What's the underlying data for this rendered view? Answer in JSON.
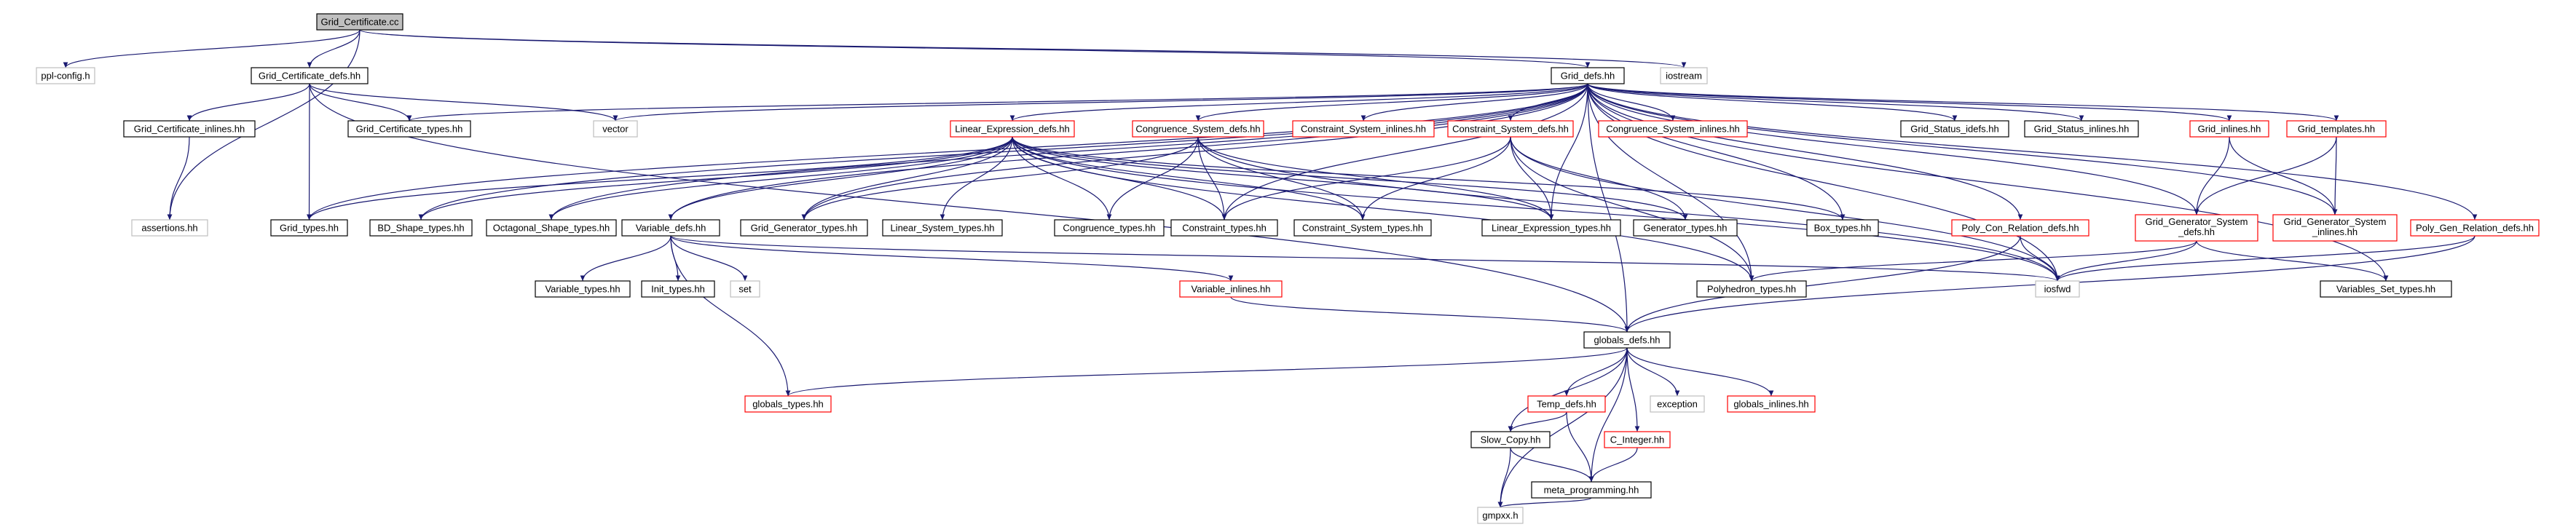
{
  "colors": {
    "edge": "#191970",
    "border_black": "#000000",
    "border_red": "#ff0000",
    "border_gray": "#bfbfbf",
    "root_fill": "#bfbfbf",
    "node_fill": "#ffffff"
  },
  "nodes": [
    {
      "id": "grid_certificate_cc",
      "label": "Grid_Certificate.cc",
      "style": "root"
    },
    {
      "id": "ppl_config_h",
      "label": "ppl-config.h",
      "style": "gray"
    },
    {
      "id": "grid_certificate_defs",
      "label": "Grid_Certificate_defs.hh",
      "style": "black"
    },
    {
      "id": "grid_defs",
      "label": "Grid_defs.hh",
      "style": "black"
    },
    {
      "id": "iostream",
      "label": "iostream",
      "style": "gray"
    },
    {
      "id": "grid_certificate_inlines",
      "label": "Grid_Certificate_inlines.hh",
      "style": "black"
    },
    {
      "id": "grid_certificate_types",
      "label": "Grid_Certificate_types.hh",
      "style": "black"
    },
    {
      "id": "vector",
      "label": "vector",
      "style": "gray"
    },
    {
      "id": "linear_expression_defs",
      "label": "Linear_Expression_defs.hh",
      "style": "red"
    },
    {
      "id": "congruence_system_defs",
      "label": "Congruence_System_defs.hh",
      "style": "red"
    },
    {
      "id": "constraint_system_inlines",
      "label": "Constraint_System_inlines.hh",
      "style": "red"
    },
    {
      "id": "constraint_system_defs",
      "label": "Constraint_System_defs.hh",
      "style": "red"
    },
    {
      "id": "congruence_system_inlines",
      "label": "Congruence_System_inlines.hh",
      "style": "red"
    },
    {
      "id": "grid_status_idefs",
      "label": "Grid_Status_idefs.hh",
      "style": "black"
    },
    {
      "id": "grid_status_inlines",
      "label": "Grid_Status_inlines.hh",
      "style": "black"
    },
    {
      "id": "grid_inlines",
      "label": "Grid_inlines.hh",
      "style": "red"
    },
    {
      "id": "grid_templates",
      "label": "Grid_templates.hh",
      "style": "red"
    },
    {
      "id": "assertions",
      "label": "assertions.hh",
      "style": "gray"
    },
    {
      "id": "grid_types",
      "label": "Grid_types.hh",
      "style": "black"
    },
    {
      "id": "bd_shape_types",
      "label": "BD_Shape_types.hh",
      "style": "black"
    },
    {
      "id": "octagonal_shape_types",
      "label": "Octagonal_Shape_types.hh",
      "style": "black"
    },
    {
      "id": "grid_generator_types",
      "label": "Grid_Generator_types.hh",
      "style": "black"
    },
    {
      "id": "linear_system_types",
      "label": "Linear_System_types.hh",
      "style": "black"
    },
    {
      "id": "congruence_types",
      "label": "Congruence_types.hh",
      "style": "black"
    },
    {
      "id": "constraint_types",
      "label": "Constraint_types.hh",
      "style": "black"
    },
    {
      "id": "constraint_system_types",
      "label": "Constraint_System_types.hh",
      "style": "black"
    },
    {
      "id": "linear_expression_types",
      "label": "Linear_Expression_types.hh",
      "style": "black"
    },
    {
      "id": "generator_types",
      "label": "Generator_types.hh",
      "style": "black"
    },
    {
      "id": "box_types",
      "label": "Box_types.hh",
      "style": "black"
    },
    {
      "id": "poly_con_relation_defs",
      "label": "Poly_Con_Relation_defs.hh",
      "style": "red"
    },
    {
      "id": "grid_generator_system_defs",
      "label": "Grid_Generator_System_defs.hh",
      "lines": [
        "Grid_Generator_System",
        "_defs.hh"
      ],
      "style": "red"
    },
    {
      "id": "grid_generator_system_inlines",
      "label": "Grid_Generator_System_inlines.hh",
      "lines": [
        "Grid_Generator_System",
        "_inlines.hh"
      ],
      "style": "red"
    },
    {
      "id": "poly_gen_relation_defs",
      "label": "Poly_Gen_Relation_defs.hh",
      "style": "red"
    },
    {
      "id": "variable_defs",
      "label": "Variable_defs.hh",
      "style": "black"
    },
    {
      "id": "variable_types",
      "label": "Variable_types.hh",
      "style": "black"
    },
    {
      "id": "init_types",
      "label": "Init_types.hh",
      "style": "black"
    },
    {
      "id": "set",
      "label": "set",
      "style": "gray"
    },
    {
      "id": "variable_inlines",
      "label": "Variable_inlines.hh",
      "style": "red"
    },
    {
      "id": "polyhedron_types",
      "label": "Polyhedron_types.hh",
      "style": "black"
    },
    {
      "id": "iosfwd",
      "label": "iosfwd",
      "style": "gray"
    },
    {
      "id": "variables_set_types",
      "label": "Variables_Set_types.hh",
      "style": "black"
    },
    {
      "id": "globals_defs",
      "label": "globals_defs.hh",
      "style": "black"
    },
    {
      "id": "globals_types",
      "label": "globals_types.hh",
      "style": "red"
    },
    {
      "id": "temp_defs",
      "label": "Temp_defs.hh",
      "style": "red"
    },
    {
      "id": "exception",
      "label": "exception",
      "style": "gray"
    },
    {
      "id": "globals_inlines",
      "label": "globals_inlines.hh",
      "style": "red"
    },
    {
      "id": "slow_copy",
      "label": "Slow_Copy.hh",
      "style": "black"
    },
    {
      "id": "c_integer",
      "label": "C_Integer.hh",
      "style": "red"
    },
    {
      "id": "meta_programming",
      "label": "meta_programming.hh",
      "style": "black"
    },
    {
      "id": "gmpxx",
      "label": "gmpxx.h",
      "style": "gray"
    }
  ],
  "edges": [
    [
      "grid_certificate_cc",
      "ppl_config_h"
    ],
    [
      "grid_certificate_cc",
      "grid_certificate_defs"
    ],
    [
      "grid_certificate_cc",
      "grid_defs"
    ],
    [
      "grid_certificate_cc",
      "iostream"
    ],
    [
      "grid_certificate_cc",
      "assertions"
    ],
    [
      "grid_certificate_defs",
      "grid_certificate_inlines"
    ],
    [
      "grid_certificate_defs",
      "grid_certificate_types"
    ],
    [
      "grid_certificate_defs",
      "vector"
    ],
    [
      "grid_certificate_defs",
      "grid_types"
    ],
    [
      "grid_certificate_defs",
      "globals_defs"
    ],
    [
      "grid_certificate_inlines",
      "assertions"
    ],
    [
      "grid_defs",
      "grid_certificate_types"
    ],
    [
      "grid_defs",
      "vector"
    ],
    [
      "grid_defs",
      "grid_types"
    ],
    [
      "grid_defs",
      "bd_shape_types"
    ],
    [
      "grid_defs",
      "octagonal_shape_types"
    ],
    [
      "grid_defs",
      "grid_generator_types"
    ],
    [
      "grid_defs",
      "variable_defs"
    ],
    [
      "grid_defs",
      "linear_expression_defs"
    ],
    [
      "grid_defs",
      "congruence_system_defs"
    ],
    [
      "grid_defs",
      "constraint_system_inlines"
    ],
    [
      "grid_defs",
      "constraint_system_defs"
    ],
    [
      "grid_defs",
      "congruence_system_inlines"
    ],
    [
      "grid_defs",
      "grid_status_idefs"
    ],
    [
      "grid_defs",
      "grid_status_inlines"
    ],
    [
      "grid_defs",
      "grid_inlines"
    ],
    [
      "grid_defs",
      "grid_templates"
    ],
    [
      "grid_defs",
      "constraint_types"
    ],
    [
      "grid_defs",
      "linear_expression_types"
    ],
    [
      "grid_defs",
      "box_types"
    ],
    [
      "grid_defs",
      "polyhedron_types"
    ],
    [
      "grid_defs",
      "iosfwd"
    ],
    [
      "grid_defs",
      "poly_con_relation_defs"
    ],
    [
      "grid_defs",
      "grid_generator_system_defs"
    ],
    [
      "grid_defs",
      "grid_generator_system_inlines"
    ],
    [
      "grid_defs",
      "poly_gen_relation_defs"
    ],
    [
      "grid_defs",
      "variables_set_types"
    ],
    [
      "grid_defs",
      "globals_defs"
    ],
    [
      "linear_expression_defs",
      "grid_types"
    ],
    [
      "linear_expression_defs",
      "bd_shape_types"
    ],
    [
      "linear_expression_defs",
      "octagonal_shape_types"
    ],
    [
      "linear_expression_defs",
      "grid_generator_types"
    ],
    [
      "linear_expression_defs",
      "linear_system_types"
    ],
    [
      "linear_expression_defs",
      "congruence_types"
    ],
    [
      "linear_expression_defs",
      "constraint_types"
    ],
    [
      "linear_expression_defs",
      "constraint_system_types"
    ],
    [
      "linear_expression_defs",
      "linear_expression_types"
    ],
    [
      "linear_expression_defs",
      "generator_types"
    ],
    [
      "linear_expression_defs",
      "box_types"
    ],
    [
      "linear_expression_defs",
      "variable_defs"
    ],
    [
      "linear_expression_defs",
      "iosfwd"
    ],
    [
      "linear_expression_defs",
      "polyhedron_types"
    ],
    [
      "congruence_system_defs",
      "grid_generator_types"
    ],
    [
      "congruence_system_defs",
      "congruence_types"
    ],
    [
      "congruence_system_defs",
      "constraint_types"
    ],
    [
      "congruence_system_defs",
      "constraint_system_types"
    ],
    [
      "congruence_system_defs",
      "linear_expression_types"
    ],
    [
      "congruence_system_defs",
      "iosfwd"
    ],
    [
      "constraint_system_defs",
      "constraint_types"
    ],
    [
      "constraint_system_defs",
      "constraint_system_types"
    ],
    [
      "constraint_system_defs",
      "linear_expression_types"
    ],
    [
      "constraint_system_defs",
      "generator_types"
    ],
    [
      "constraint_system_defs",
      "polyhedron_types"
    ],
    [
      "constraint_system_defs",
      "iosfwd"
    ],
    [
      "grid_inlines",
      "grid_generator_system_defs"
    ],
    [
      "grid_inlines",
      "grid_generator_system_inlines"
    ],
    [
      "grid_templates",
      "grid_generator_system_defs"
    ],
    [
      "grid_templates",
      "grid_generator_system_inlines"
    ],
    [
      "poly_con_relation_defs",
      "iosfwd"
    ],
    [
      "poly_con_relation_defs",
      "globals_defs"
    ],
    [
      "grid_generator_system_defs",
      "polyhedron_types"
    ],
    [
      "grid_generator_system_defs",
      "iosfwd"
    ],
    [
      "grid_generator_system_defs",
      "variables_set_types"
    ],
    [
      "poly_gen_relation_defs",
      "iosfwd"
    ],
    [
      "poly_gen_relation_defs",
      "globals_defs"
    ],
    [
      "variable_defs",
      "variable_types"
    ],
    [
      "variable_defs",
      "init_types"
    ],
    [
      "variable_defs",
      "set"
    ],
    [
      "variable_defs",
      "globals_types"
    ],
    [
      "variable_defs",
      "variable_inlines"
    ],
    [
      "variable_defs",
      "iosfwd"
    ],
    [
      "variable_inlines",
      "globals_defs"
    ],
    [
      "globals_defs",
      "globals_types"
    ],
    [
      "globals_defs",
      "temp_defs"
    ],
    [
      "globals_defs",
      "exception"
    ],
    [
      "globals_defs",
      "globals_inlines"
    ],
    [
      "globals_defs",
      "slow_copy"
    ],
    [
      "globals_defs",
      "c_integer"
    ],
    [
      "globals_defs",
      "meta_programming"
    ],
    [
      "globals_defs",
      "gmpxx"
    ],
    [
      "temp_defs",
      "slow_copy"
    ],
    [
      "temp_defs",
      "meta_programming"
    ],
    [
      "slow_copy",
      "meta_programming"
    ],
    [
      "slow_copy",
      "gmpxx"
    ],
    [
      "c_integer",
      "meta_programming"
    ],
    [
      "meta_programming",
      "gmpxx"
    ]
  ]
}
